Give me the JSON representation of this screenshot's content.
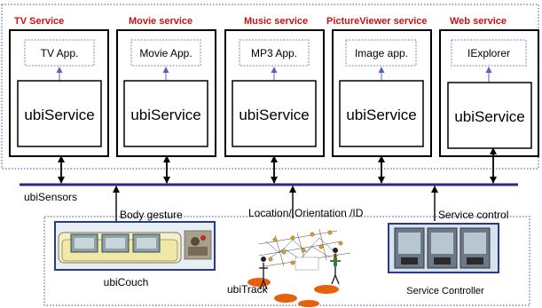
{
  "services": [
    {
      "title": "TV Service",
      "app": "TV App.",
      "core": "ubiService"
    },
    {
      "title": "Movie service",
      "app": "Movie App.",
      "core": "ubiService"
    },
    {
      "title": "Music service",
      "app": "MP3 App.",
      "core": "ubiService"
    },
    {
      "title": "PictureViewer service",
      "app": "Image app.",
      "core": "ubiService"
    },
    {
      "title": "Web service",
      "app": "IExplorer",
      "core": "ubiService"
    }
  ],
  "bus": {
    "label": "ubiSensors"
  },
  "sensors": {
    "body_gesture": "Body gesture",
    "location": "Location/ Orientation /ID",
    "service_control": "Service control",
    "couch": "ubiCouch",
    "track": "ubiTrack",
    "controller": "Service Controller"
  },
  "colors": {
    "service_title": "#cc1111",
    "bus": "#2a2a8c",
    "dotted": "#3a4aa0",
    "arrow_blue": "#5566bb",
    "app_border": "#7a86c8",
    "track_disc": "#e8600c"
  }
}
